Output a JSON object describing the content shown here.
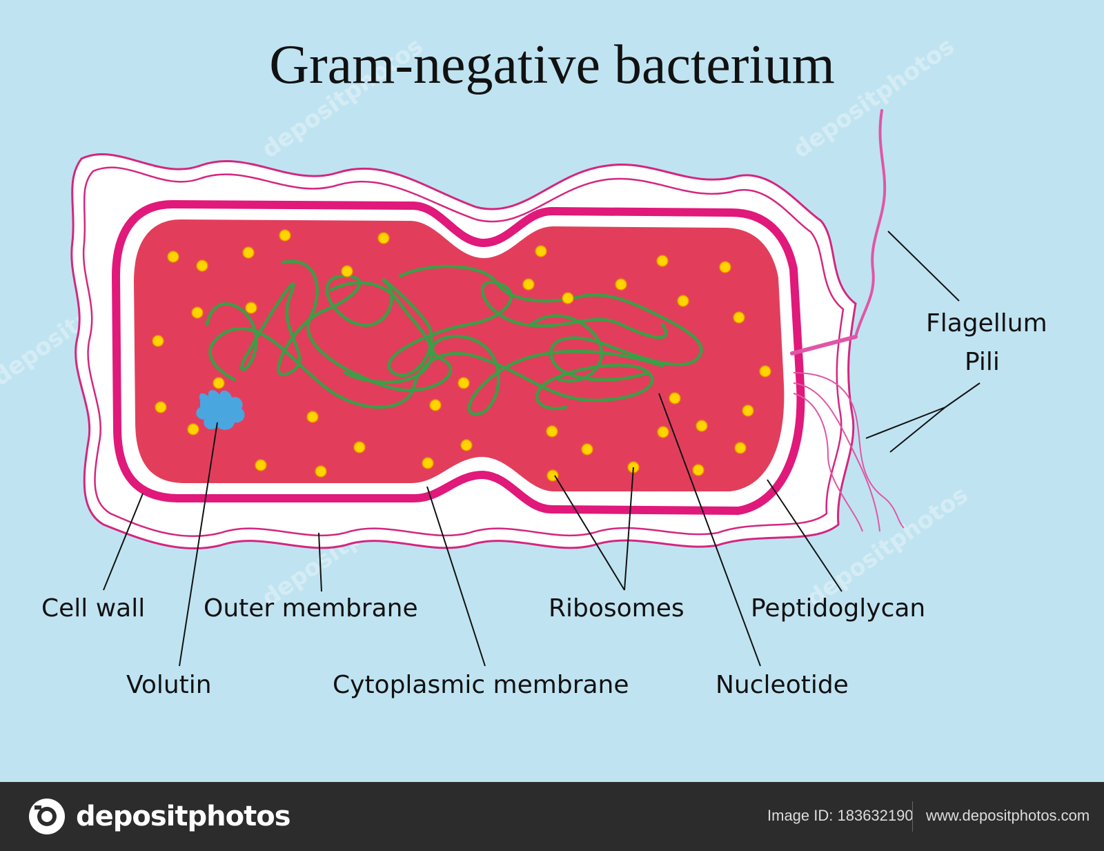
{
  "title": "Gram-negative bacterium",
  "labels": {
    "flagellum": "Flagellum",
    "pili": "Pili",
    "cell_wall": "Cell wall",
    "outer_membrane": "Outer membrane",
    "ribosomes": "Ribosomes",
    "peptidoglycan": "Peptidoglycan",
    "volutin": "Volutin",
    "cytoplasmic_membrane": "Cytoplasmic membrane",
    "nucleotide": "Nucleotide"
  },
  "watermark": "depositphotos",
  "footer": {
    "brand": "depositphotos",
    "image_id": "Image ID: 183632190",
    "site": "www.depositphotos.com"
  },
  "colors": {
    "background": "#bfe3f1",
    "cytoplasm": "#e23e5c",
    "membrane": "#e0197a",
    "outer_line": "#d4267f",
    "ribosome": "#ffd400",
    "dna": "#3c9e46",
    "volutin": "#4aa6df",
    "flagellum": "#e056a6"
  }
}
